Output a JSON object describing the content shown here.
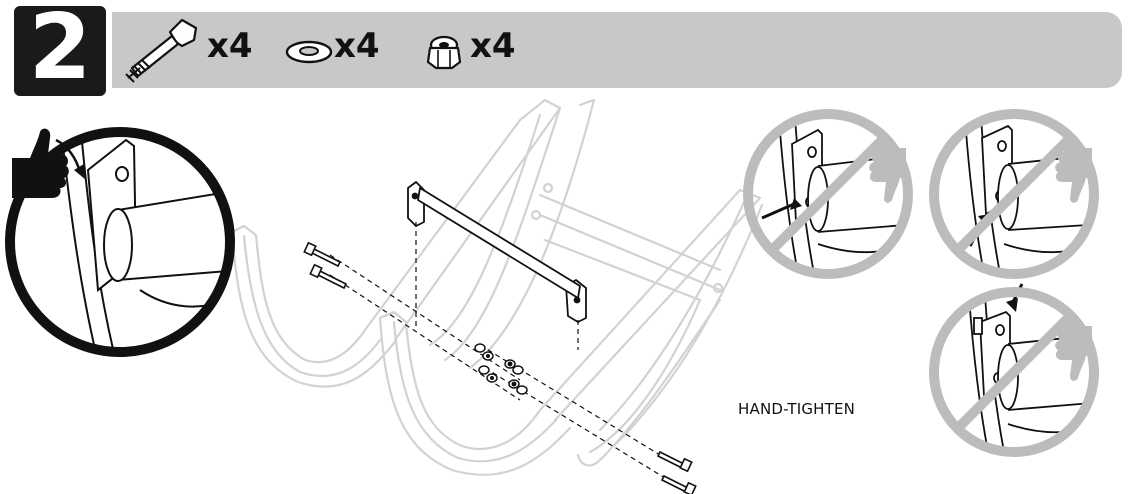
{
  "step": {
    "number": "2"
  },
  "hardware": [
    {
      "icon": "bolt-icon",
      "quantity": "x4"
    },
    {
      "icon": "washer-icon",
      "quantity": "x4"
    },
    {
      "icon": "lock-nut-icon",
      "quantity": "x4"
    }
  ],
  "note": {
    "text": "HAND-TIGHTEN"
  },
  "colors": {
    "badge": "#1a1a1a",
    "bar": "#c8c8ca",
    "frame": "#d4d4d4",
    "prohibit": "#bcbcbc"
  }
}
